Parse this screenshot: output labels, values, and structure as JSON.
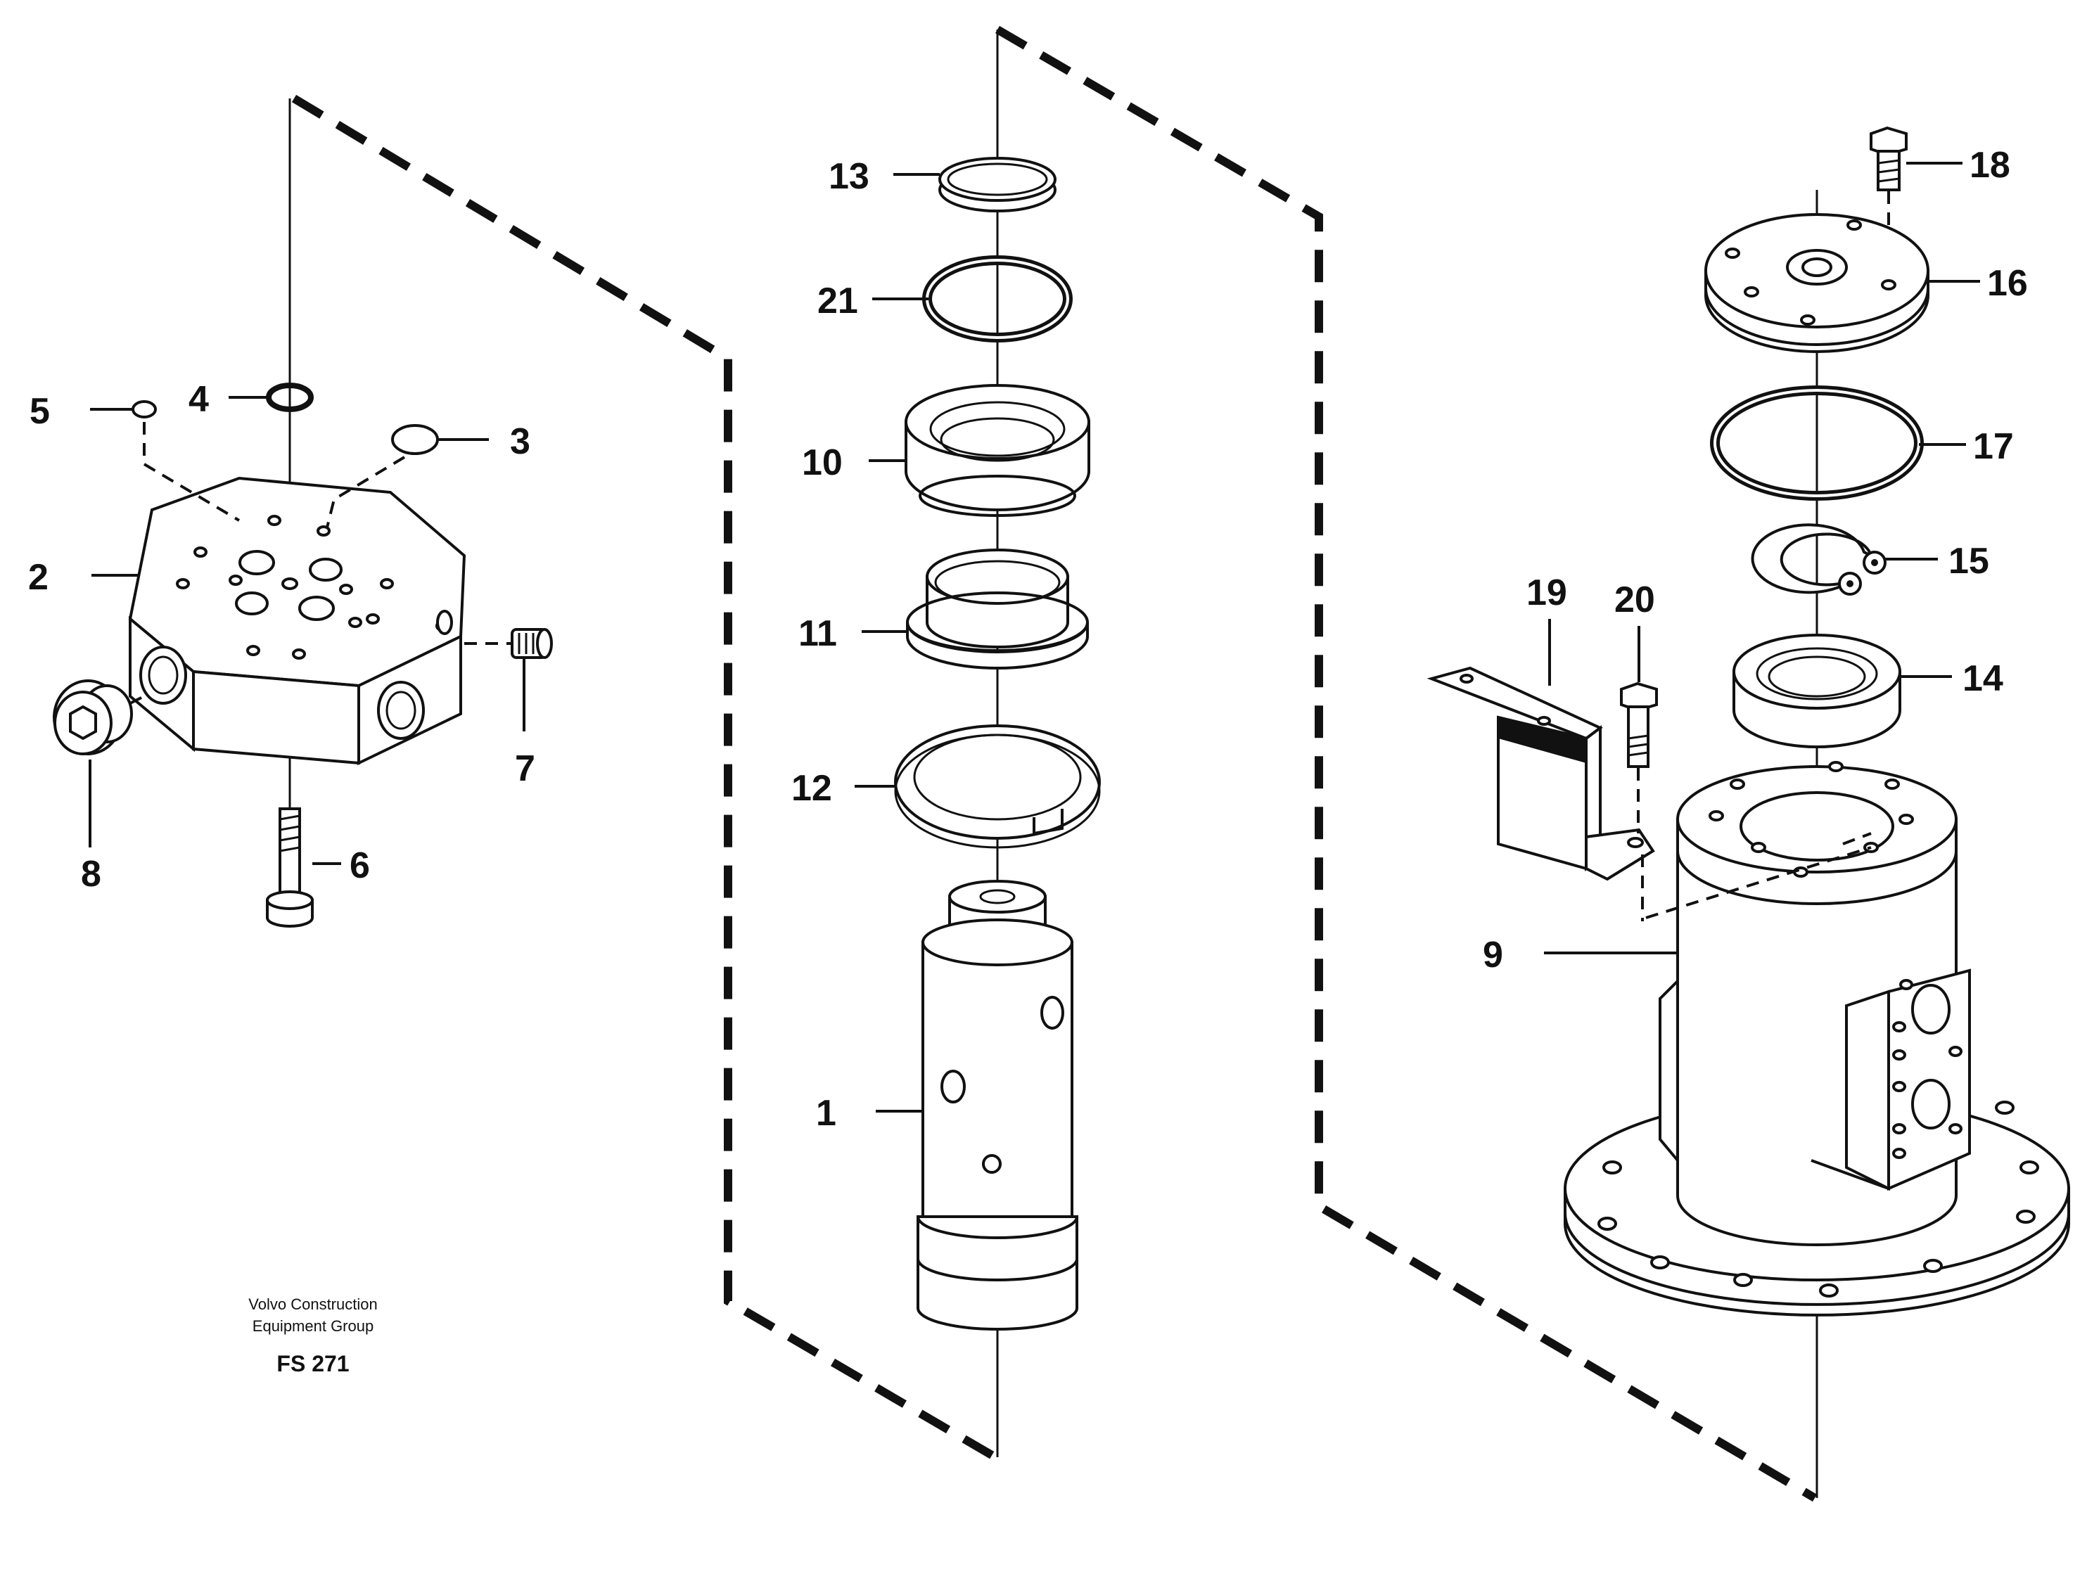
{
  "figure": {
    "credit_line1": "Volvo Construction",
    "credit_line2": "Equipment Group",
    "code": "FS 271"
  },
  "callouts": {
    "c1": "1",
    "c2": "2",
    "c3": "3",
    "c4": "4",
    "c5": "5",
    "c6": "6",
    "c7": "7",
    "c8": "8",
    "c9": "9",
    "c10": "10",
    "c11": "11",
    "c12": "12",
    "c13": "13",
    "c14": "14",
    "c15": "15",
    "c16": "16",
    "c17": "17",
    "c18": "18",
    "c19": "19",
    "c20": "20",
    "c21": "21"
  }
}
